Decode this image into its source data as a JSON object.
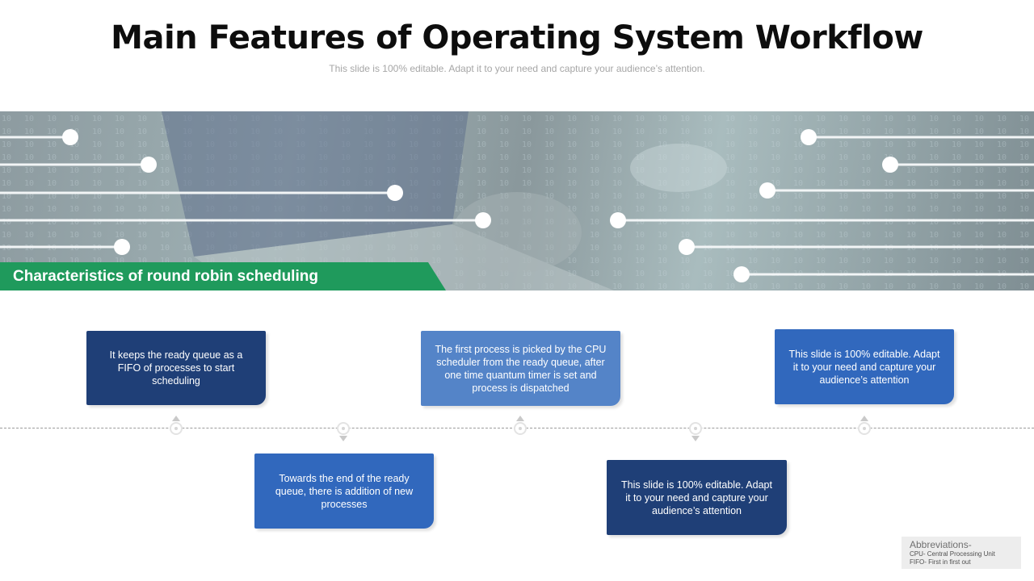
{
  "slide": {
    "title": "Main Features of Operating System Workflow",
    "subtitle": "This slide is 100% editable. Adapt it to your need and capture your audience’s attention."
  },
  "banner": {
    "label": "Characteristics  of round robin scheduling"
  },
  "timeline": {
    "items": [
      {
        "text": "It keeps the ready queue as a FIFO of processes to start scheduling",
        "color": "#1f3f77"
      },
      {
        "text": "Towards  the end of the ready queue, there is addition of new processes",
        "color": "#3168bd"
      },
      {
        "text": "The first process is picked by the CPU scheduler from the ready queue, after one time quantum timer is set and process is dispatched",
        "color": "#5484c8"
      },
      {
        "text": "This slide is 100% editable.  Adapt it to your need and capture your audience’s attention",
        "color": "#1f3f77"
      },
      {
        "text": "This slide is 100% editable.  Adapt it to your need and capture your audience’s attention",
        "color": "#3168bd"
      }
    ]
  },
  "abbreviations": {
    "heading": "Abbreviations-",
    "lines": [
      "CPU- Central Processing Unit",
      "FIFO- First in first out"
    ]
  },
  "colors": {
    "label_green": "#1f9a5c",
    "dark_blue": "#1f3f77",
    "mid_blue": "#3168bd",
    "light_blue": "#5484c8"
  }
}
